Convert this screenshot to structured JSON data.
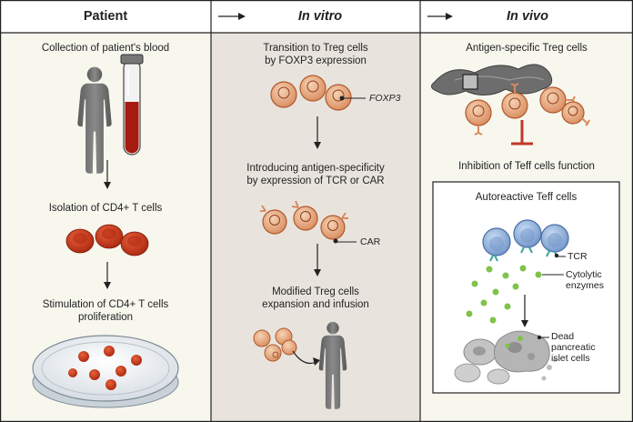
{
  "columns": {
    "patient": {
      "title": "Patient",
      "step1": "Collection of patient's blood",
      "step2": "Isolation of CD4+ T cells",
      "step3_line1": "Stimulation of CD4+ T cells",
      "step3_line2": "proliferation"
    },
    "in_vitro": {
      "title": "In vitro",
      "step1_line1": "Transition to Treg cells",
      "step1_line2": "by FOXP3 expression",
      "foxp3_label": "FOXP3",
      "step2_line1": "Introducing antigen-specificity",
      "step2_line2": "by expression of TCR or CAR",
      "car_label": "CAR",
      "step3_line1": "Modified Treg cells",
      "step3_line2": "expansion and infusion"
    },
    "in_vivo": {
      "title": "In vivo",
      "step1": "Antigen-specific Treg cells",
      "inhibition": "Inhibition of Teff cells function",
      "box_title": "Autoreactive Teff cells",
      "tcr_label": "TCR",
      "cytolytic_line1": "Cytolytic",
      "cytolytic_line2": "enzymes",
      "dead_line1": "Dead",
      "dead_line2": "pancreatic",
      "dead_line3": "islet cells"
    }
  },
  "colors": {
    "patient_bg": "#f7f7ee",
    "in_vitro_bg": "#e8e4dd",
    "in_vivo_bg": "#f7f7ee",
    "red_cell": "#c8391d",
    "treg_cell": "#e8b18a",
    "teff_cell": "#8faed8",
    "enzyme": "#7fc34a",
    "inhibit": "#c0392b"
  }
}
